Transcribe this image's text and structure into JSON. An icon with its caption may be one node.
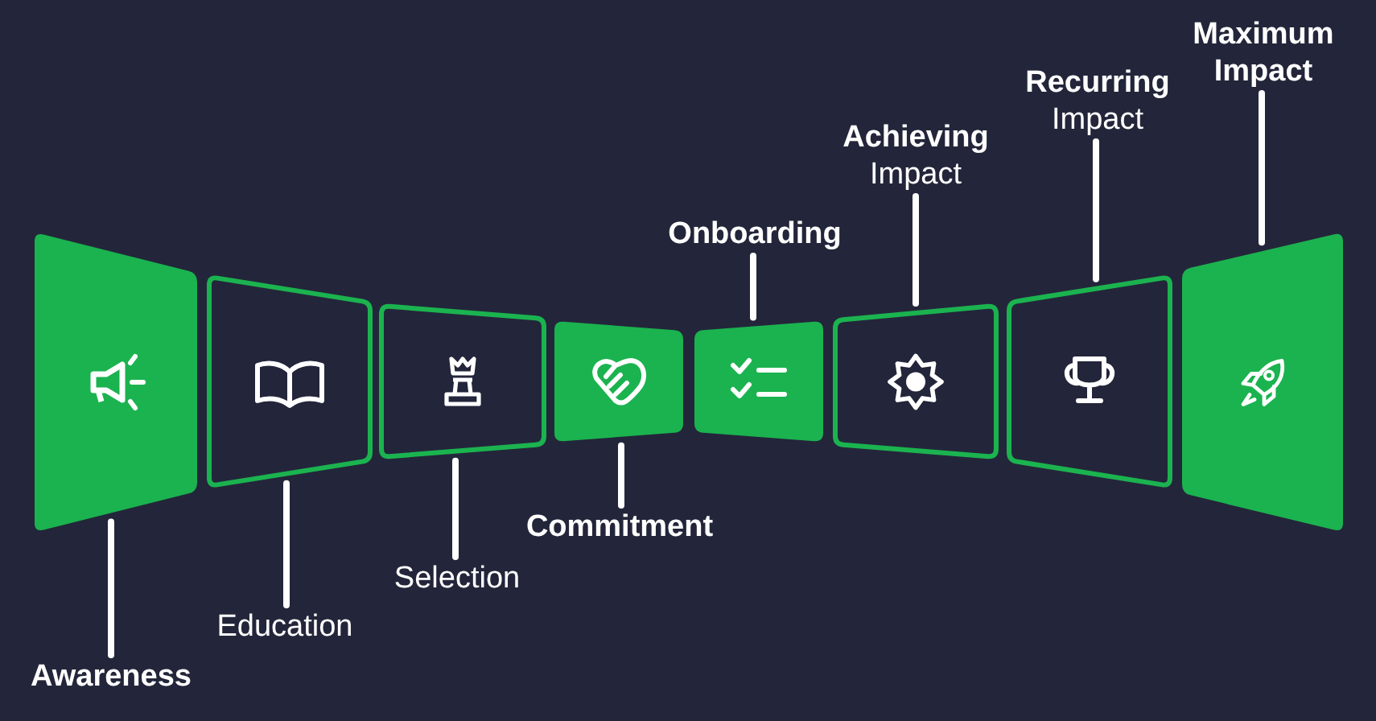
{
  "diagram": {
    "nodes": [
      {
        "text": [],
        "shape": "box"
      },
      {
        "text": [],
        "shape": "box"
      },
      {
        "text": [],
        "shape": "box"
      },
      {
        "text": [],
        "shape": "box"
      },
      {
        "text": [],
        "shape": "box"
      },
      {
        "text": [],
        "shape": "box"
      },
      {
        "text": [],
        "shape": "box"
      },
      {
        "text": [],
        "shape": "box"
      },
      {
        "text": [
          "Awareness"
        ]
      },
      {
        "text": [
          "Education"
        ]
      },
      {
        "text": [
          "Selection"
        ]
      },
      {
        "text": [
          "Commitment"
        ]
      },
      {
        "text": [
          "Onboarding"
        ]
      },
      {
        "text": [
          "**Achieving** Impact"
        ]
      },
      {
        "text": [
          "**Recurring** Impact"
        ]
      },
      {
        "text": [
          "Maximum Impact"
        ]
      }
    ],
    "edges": [
      {
        "from": 8,
        "to": 0,
        "arrow": "none"
      },
      {
        "from": 9,
        "to": 1,
        "arrow": "none"
      },
      {
        "from": 10,
        "to": 2,
        "arrow": "none"
      },
      {
        "from": 11,
        "to": 3,
        "arrow": "none"
      },
      {
        "from": 12,
        "to": 4,
        "arrow": "none"
      },
      {
        "from": 13,
        "to": 5,
        "arrow": "none"
      },
      {
        "from": 14,
        "to": 6,
        "arrow": "none"
      },
      {
        "from": 15,
        "to": 7,
        "arrow": "none"
      }
    ]
  }
}
